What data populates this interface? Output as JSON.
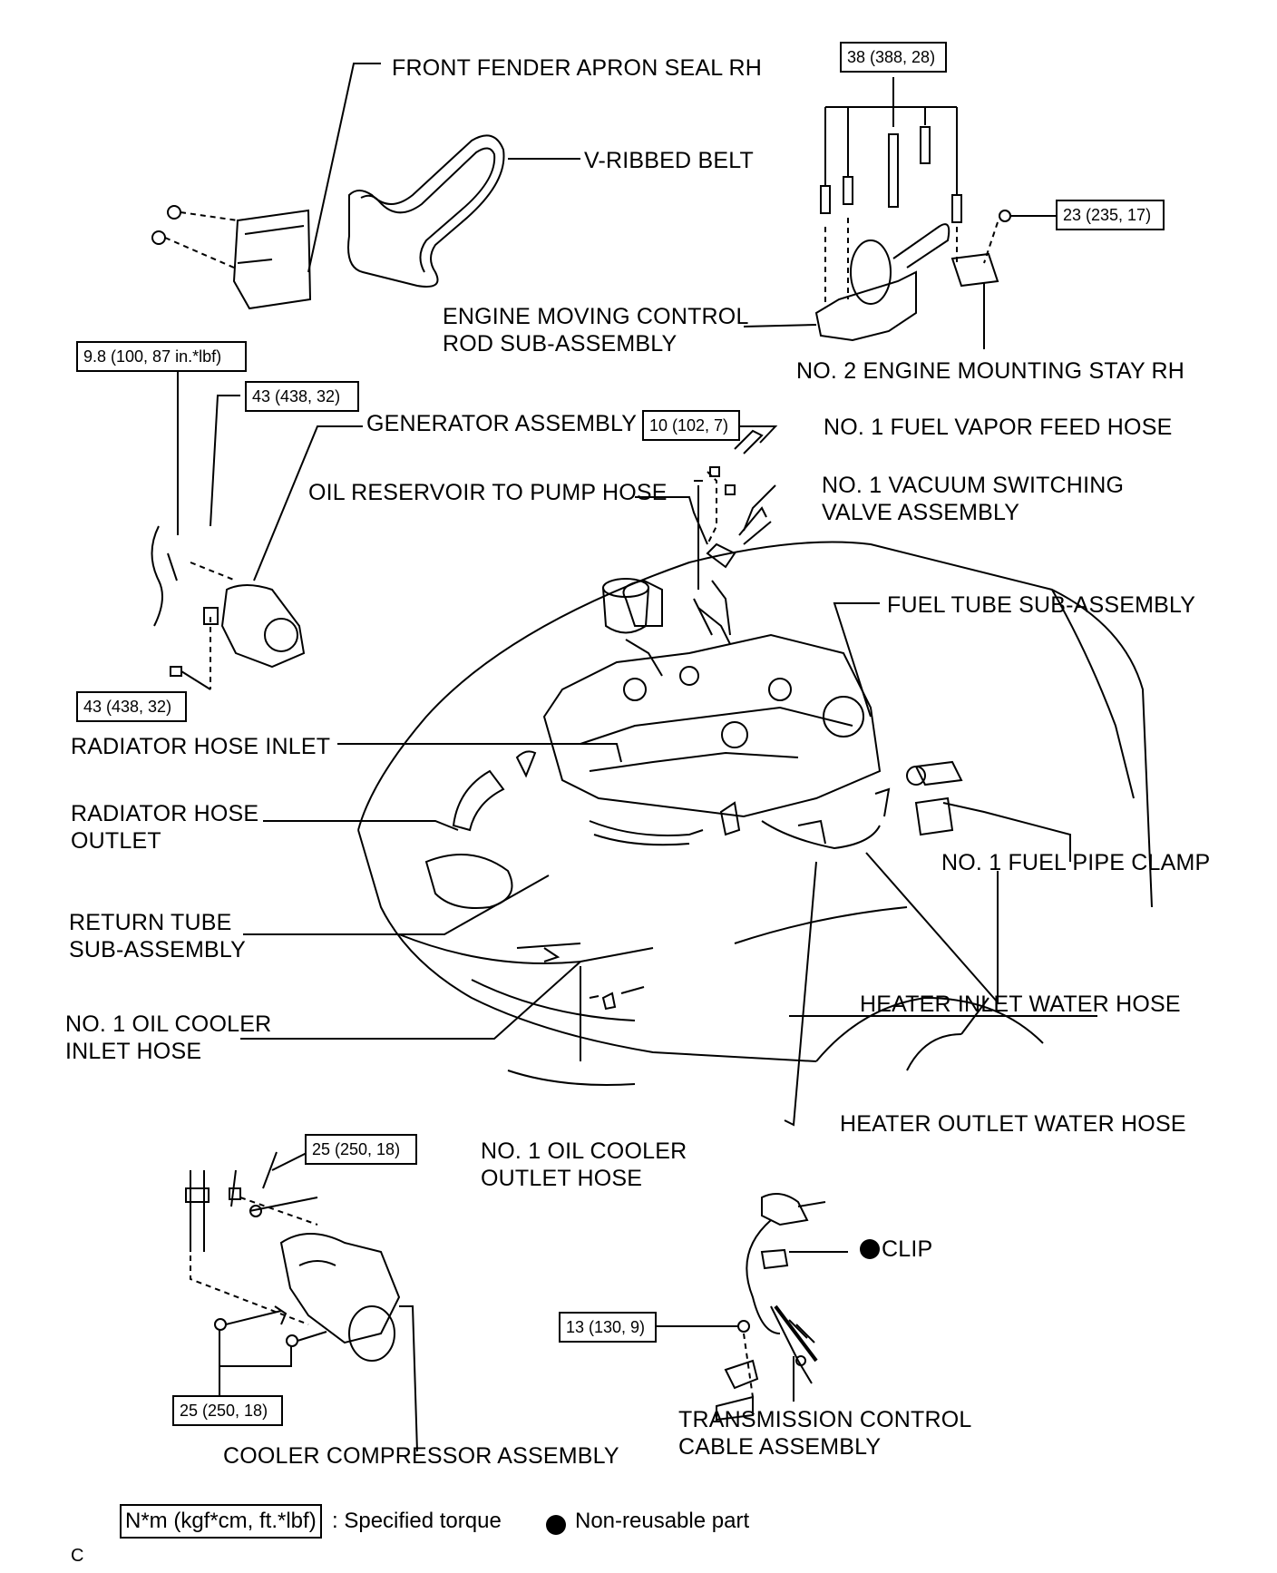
{
  "labels": {
    "front_fender": "FRONT FENDER APRON SEAL RH",
    "v_ribbed_belt": "V-RIBBED BELT",
    "engine_moving_1": "ENGINE MOVING CONTROL",
    "engine_moving_2": "ROD SUB-ASSEMBLY",
    "no2_engine_stay": "NO. 2 ENGINE MOUNTING STAY RH",
    "generator": "GENERATOR ASSEMBLY",
    "fuel_vapor": "NO. 1 FUEL VAPOR FEED HOSE",
    "oil_reservoir": "OIL RESERVOIR TO PUMP HOSE",
    "vacuum_1": "NO. 1 VACUUM SWITCHING",
    "vacuum_2": "VALVE ASSEMBLY",
    "fuel_tube": "FUEL TUBE SUB-ASSEMBLY",
    "radiator_inlet": "RADIATOR HOSE INLET",
    "radiator_outlet_1": "RADIATOR HOSE",
    "radiator_outlet_2": "OUTLET",
    "fuel_pipe_clamp": "NO. 1 FUEL PIPE CLAMP",
    "return_tube_1": "RETURN TUBE",
    "return_tube_2": "SUB-ASSEMBLY",
    "heater_inlet": "HEATER INLET WATER HOSE",
    "oil_cooler_inlet_1": "NO. 1 OIL COOLER",
    "oil_cooler_inlet_2": "INLET HOSE",
    "heater_outlet": "HEATER OUTLET WATER HOSE",
    "oil_cooler_outlet_1": "NO. 1 OIL COOLER",
    "oil_cooler_outlet_2": "OUTLET HOSE",
    "clip": "CLIP",
    "trans_cable_1": "TRANSMISSION CONTROL",
    "trans_cable_2": "CABLE ASSEMBLY",
    "cooler_compressor": "COOLER COMPRESSOR ASSEMBLY"
  },
  "torques": {
    "t38": "38 (388, 28)",
    "t23": "23 (235, 17)",
    "t98": "9.8 (100, 87 in.*lbf)",
    "t43a": "43 (438, 32)",
    "t10": "10 (102, 7)",
    "t43b": "43 (438, 32)",
    "t25a": "25 (250, 18)",
    "t13": "13 (130, 9)",
    "t25b": "25 (250, 18)"
  },
  "legend": {
    "torque_unit": "N*m (kgf*cm, ft.*lbf)",
    "torque_desc": ": Specified torque",
    "nonreusable": "Non-reusable part"
  },
  "corner_mark": "C"
}
